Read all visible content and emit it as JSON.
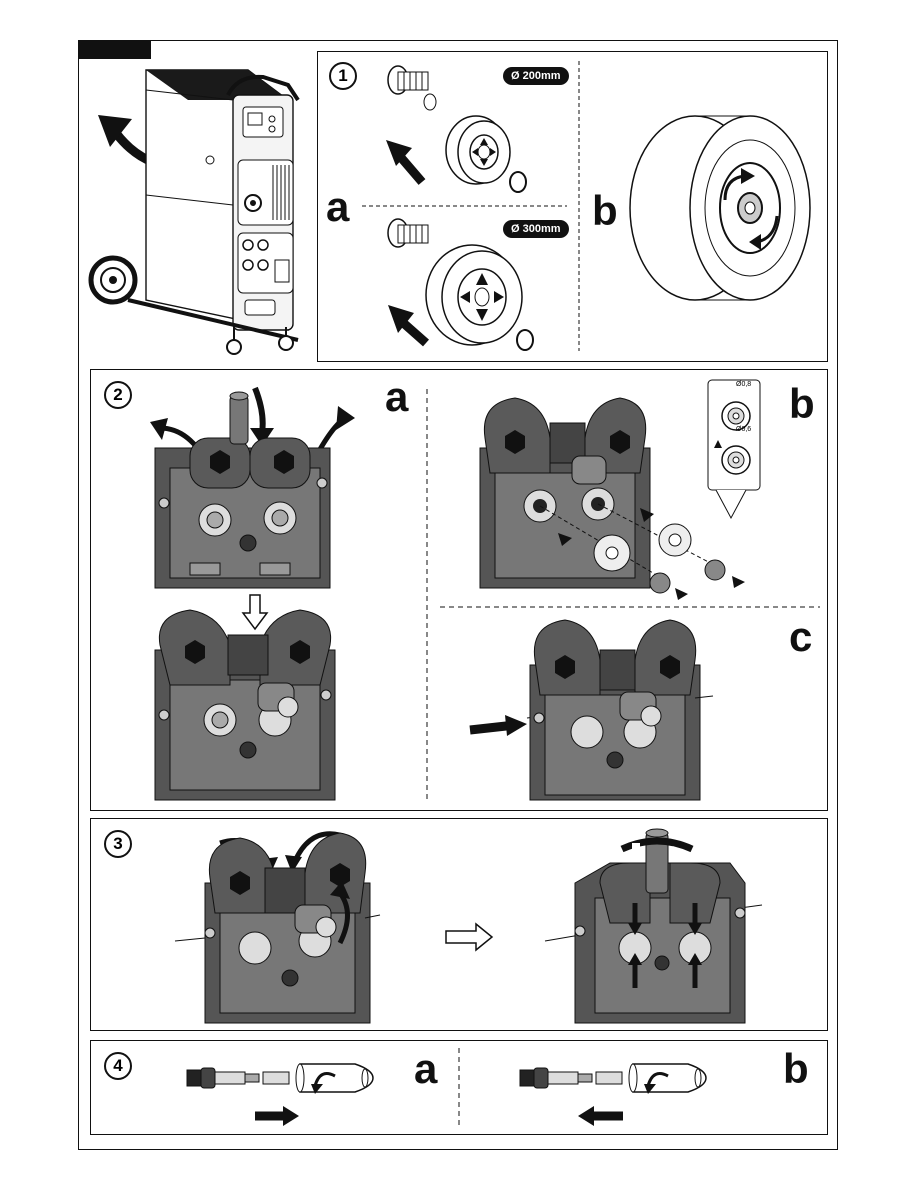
{
  "steps": {
    "s1": "1",
    "s2": "2",
    "s3": "3",
    "s4": "4"
  },
  "letters": {
    "s1a": "a",
    "s1b": "b",
    "s2a": "a",
    "s2b": "b",
    "s2c": "c",
    "s4a": "a",
    "s4b": "b"
  },
  "spool_sizes": {
    "small": "Ø 200mm",
    "large": "Ø 300mm"
  },
  "roller_sizes": {
    "top": "Ø0,8",
    "bottom": "Ø0,6"
  },
  "colors": {
    "ink": "#111111",
    "dark_gray": "#4a4a4a",
    "mid_gray": "#8a8a8a",
    "light_gray": "#cfcfcf"
  }
}
